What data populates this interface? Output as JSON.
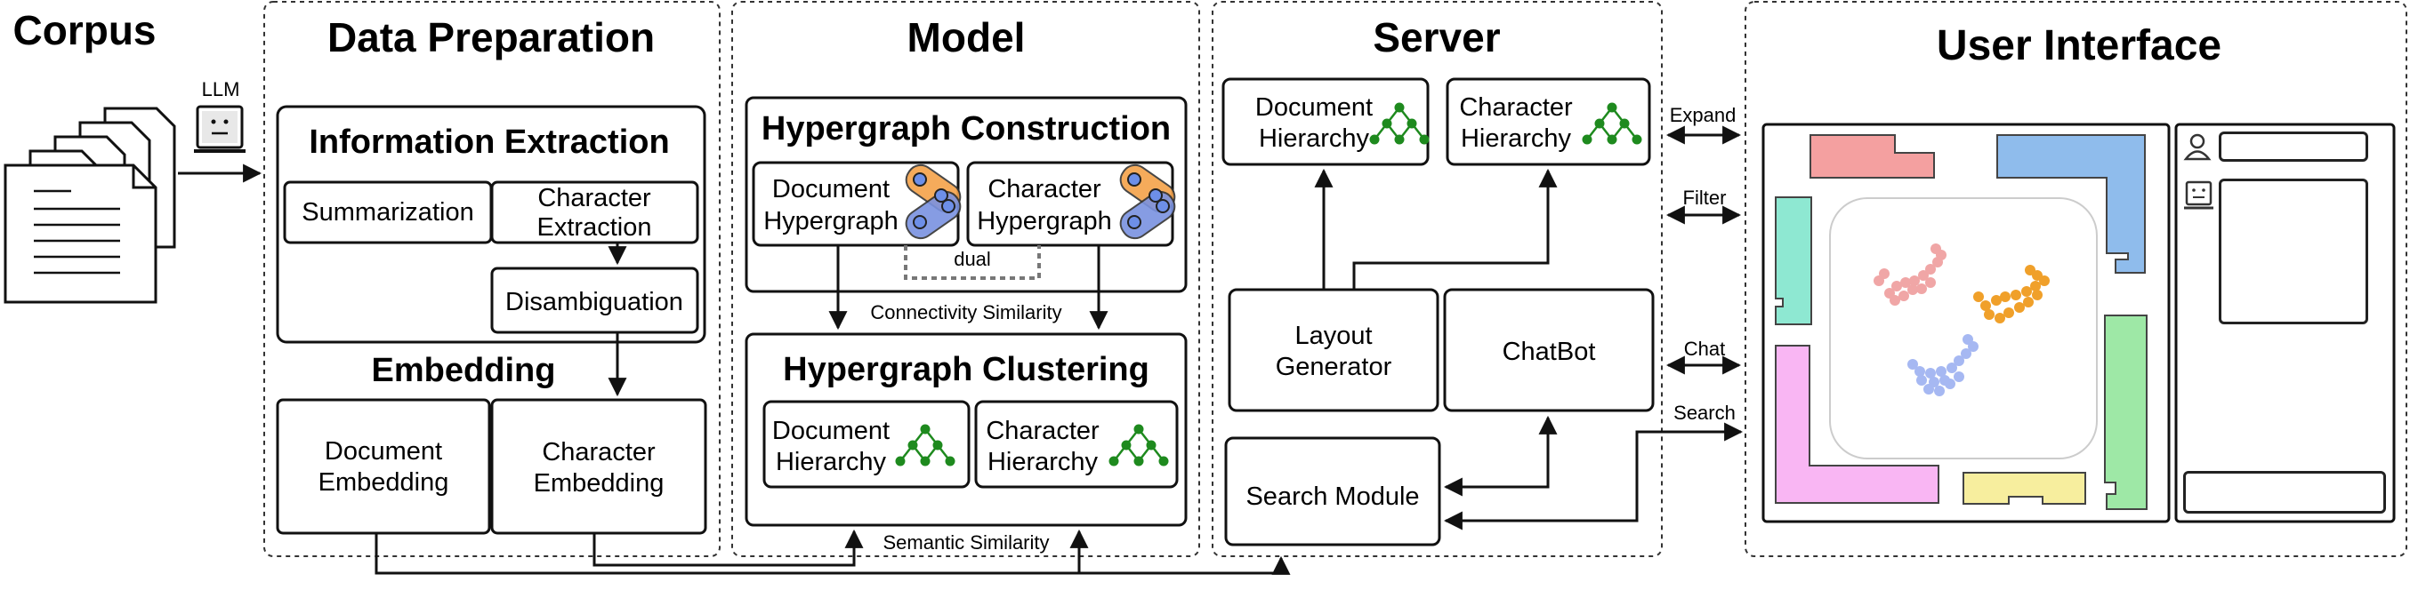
{
  "corpus": {
    "title": "Corpus",
    "llm_label": "LLM"
  },
  "data_preparation": {
    "title": "Data Preparation",
    "information_extraction": {
      "title": "Information Extraction",
      "summarization": "Summarization",
      "character_extraction_line1": "Character",
      "character_extraction_line2": "Extraction",
      "disambiguation": "Disambiguation"
    },
    "embedding": {
      "title": "Embedding",
      "document_line1": "Document",
      "document_line2": "Embedding",
      "character_line1": "Character",
      "character_line2": "Embedding"
    }
  },
  "model": {
    "title": "Model",
    "hypergraph_construction": {
      "title": "Hypergraph Construction",
      "document_line1": "Document",
      "document_line2": "Hypergraph",
      "character_line1": "Character",
      "character_line2": "Hypergraph",
      "dual_label": "dual"
    },
    "connectivity_similarity": "Connectivity Similarity",
    "hypergraph_clustering": {
      "title": "Hypergraph Clustering",
      "document_line1": "Document",
      "document_line2": "Hierarchy",
      "character_line1": "Character",
      "character_line2": "Hierarchy"
    },
    "semantic_similarity": "Semantic Similarity"
  },
  "server": {
    "title": "Server",
    "document_line1": "Document",
    "document_line2": "Hierarchy",
    "character_line1": "Character",
    "character_line2": "Hierarchy",
    "layout_line1": "Layout",
    "layout_line2": "Generator",
    "chatbot": "ChatBot",
    "search_module": "Search Module"
  },
  "connections": {
    "expand": "Expand",
    "filter": "Filter",
    "chat": "Chat",
    "search": "Search"
  },
  "user_interface": {
    "title": "User Interface"
  },
  "colors": {
    "tree_green": "#1e8a1e",
    "hypergraph_blue": "#6d8fe8",
    "hypergraph_orange": "#f0a23c",
    "pink": "#f4a0a0",
    "blue_panel": "#8fbcec",
    "teal": "#8ee8d2",
    "magenta": "#f9b6f3",
    "green_panel": "#9ee8a6",
    "yellow": "#f7ee9e",
    "cluster_pink": "#f0a6a6",
    "cluster_orange": "#f0a02a",
    "cluster_blue": "#a6b8f2"
  }
}
